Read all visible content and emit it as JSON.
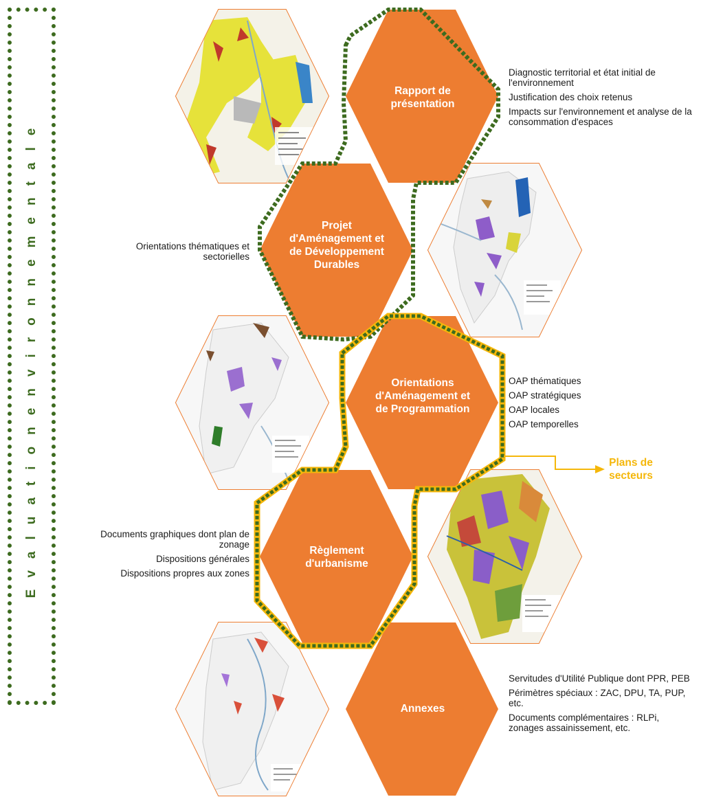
{
  "side_label": "Evaluationenvironnementale",
  "hexagons": {
    "rapport": {
      "title": "Rapport de présentation"
    },
    "padd": {
      "title": "Projet d'Aménagement et de Développement Durables"
    },
    "oap": {
      "title": "Orientations d'Aménagement et de Programmation"
    },
    "reglement": {
      "title": "Règlement d'urbanisme"
    },
    "annexes": {
      "title": "Annexes"
    }
  },
  "descriptions": {
    "rapport": [
      "Diagnostic territorial et état initial de l'environnement",
      "Justification des choix retenus",
      "Impacts sur l'environnement et analyse de la consommation d'espaces"
    ],
    "padd": [
      "Orientations thématiques et sectorielles"
    ],
    "oap": [
      "OAP thématiques",
      "OAP stratégiques",
      "OAP locales",
      "OAP temporelles"
    ],
    "reglement": [
      "Documents graphiques dont plan de zonage",
      "Dispositions générales",
      "Dispositions propres aux zones"
    ],
    "annexes": [
      "Servitudes d'Utilité Publique dont PPR, PEB",
      "Périmètres spéciaux : ZAC, DPU, TA, PUP, etc.",
      "Documents complémentaires : RLPi, zonages assainissement, etc."
    ]
  },
  "plans_secteurs": "Plans de secteurs",
  "colors": {
    "orange": "#ed7d31",
    "green_dotted": "#3d6b1f",
    "yellow": "#f5b70a"
  },
  "map_thumbnails": [
    {
      "name": "map-rapport",
      "palette": "yellow-red"
    },
    {
      "name": "map-padd",
      "palette": "purple-blue"
    },
    {
      "name": "map-oap",
      "palette": "purple-green"
    },
    {
      "name": "map-reglement",
      "palette": "multi-zoning"
    },
    {
      "name": "map-annexes",
      "palette": "red-light"
    }
  ]
}
